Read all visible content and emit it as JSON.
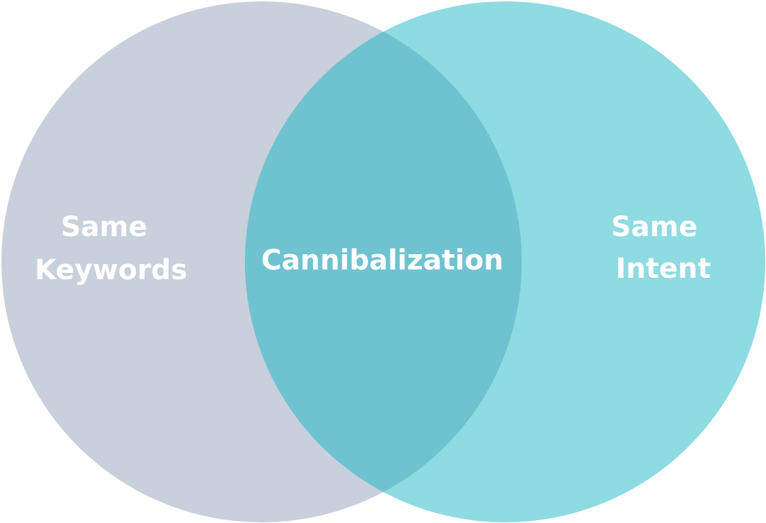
{
  "diagram": {
    "type": "venn",
    "sets": [
      {
        "id": "left",
        "label_lines": [
          "Same",
          "Keywords"
        ],
        "color": "#c8d0db"
      },
      {
        "id": "right",
        "label_lines": [
          "Same",
          "Intent"
        ],
        "color": "#8edbe1"
      }
    ],
    "intersection": {
      "label": "Cannibalization",
      "color": "#6fc3d0"
    },
    "text_color": "#ffffff"
  }
}
